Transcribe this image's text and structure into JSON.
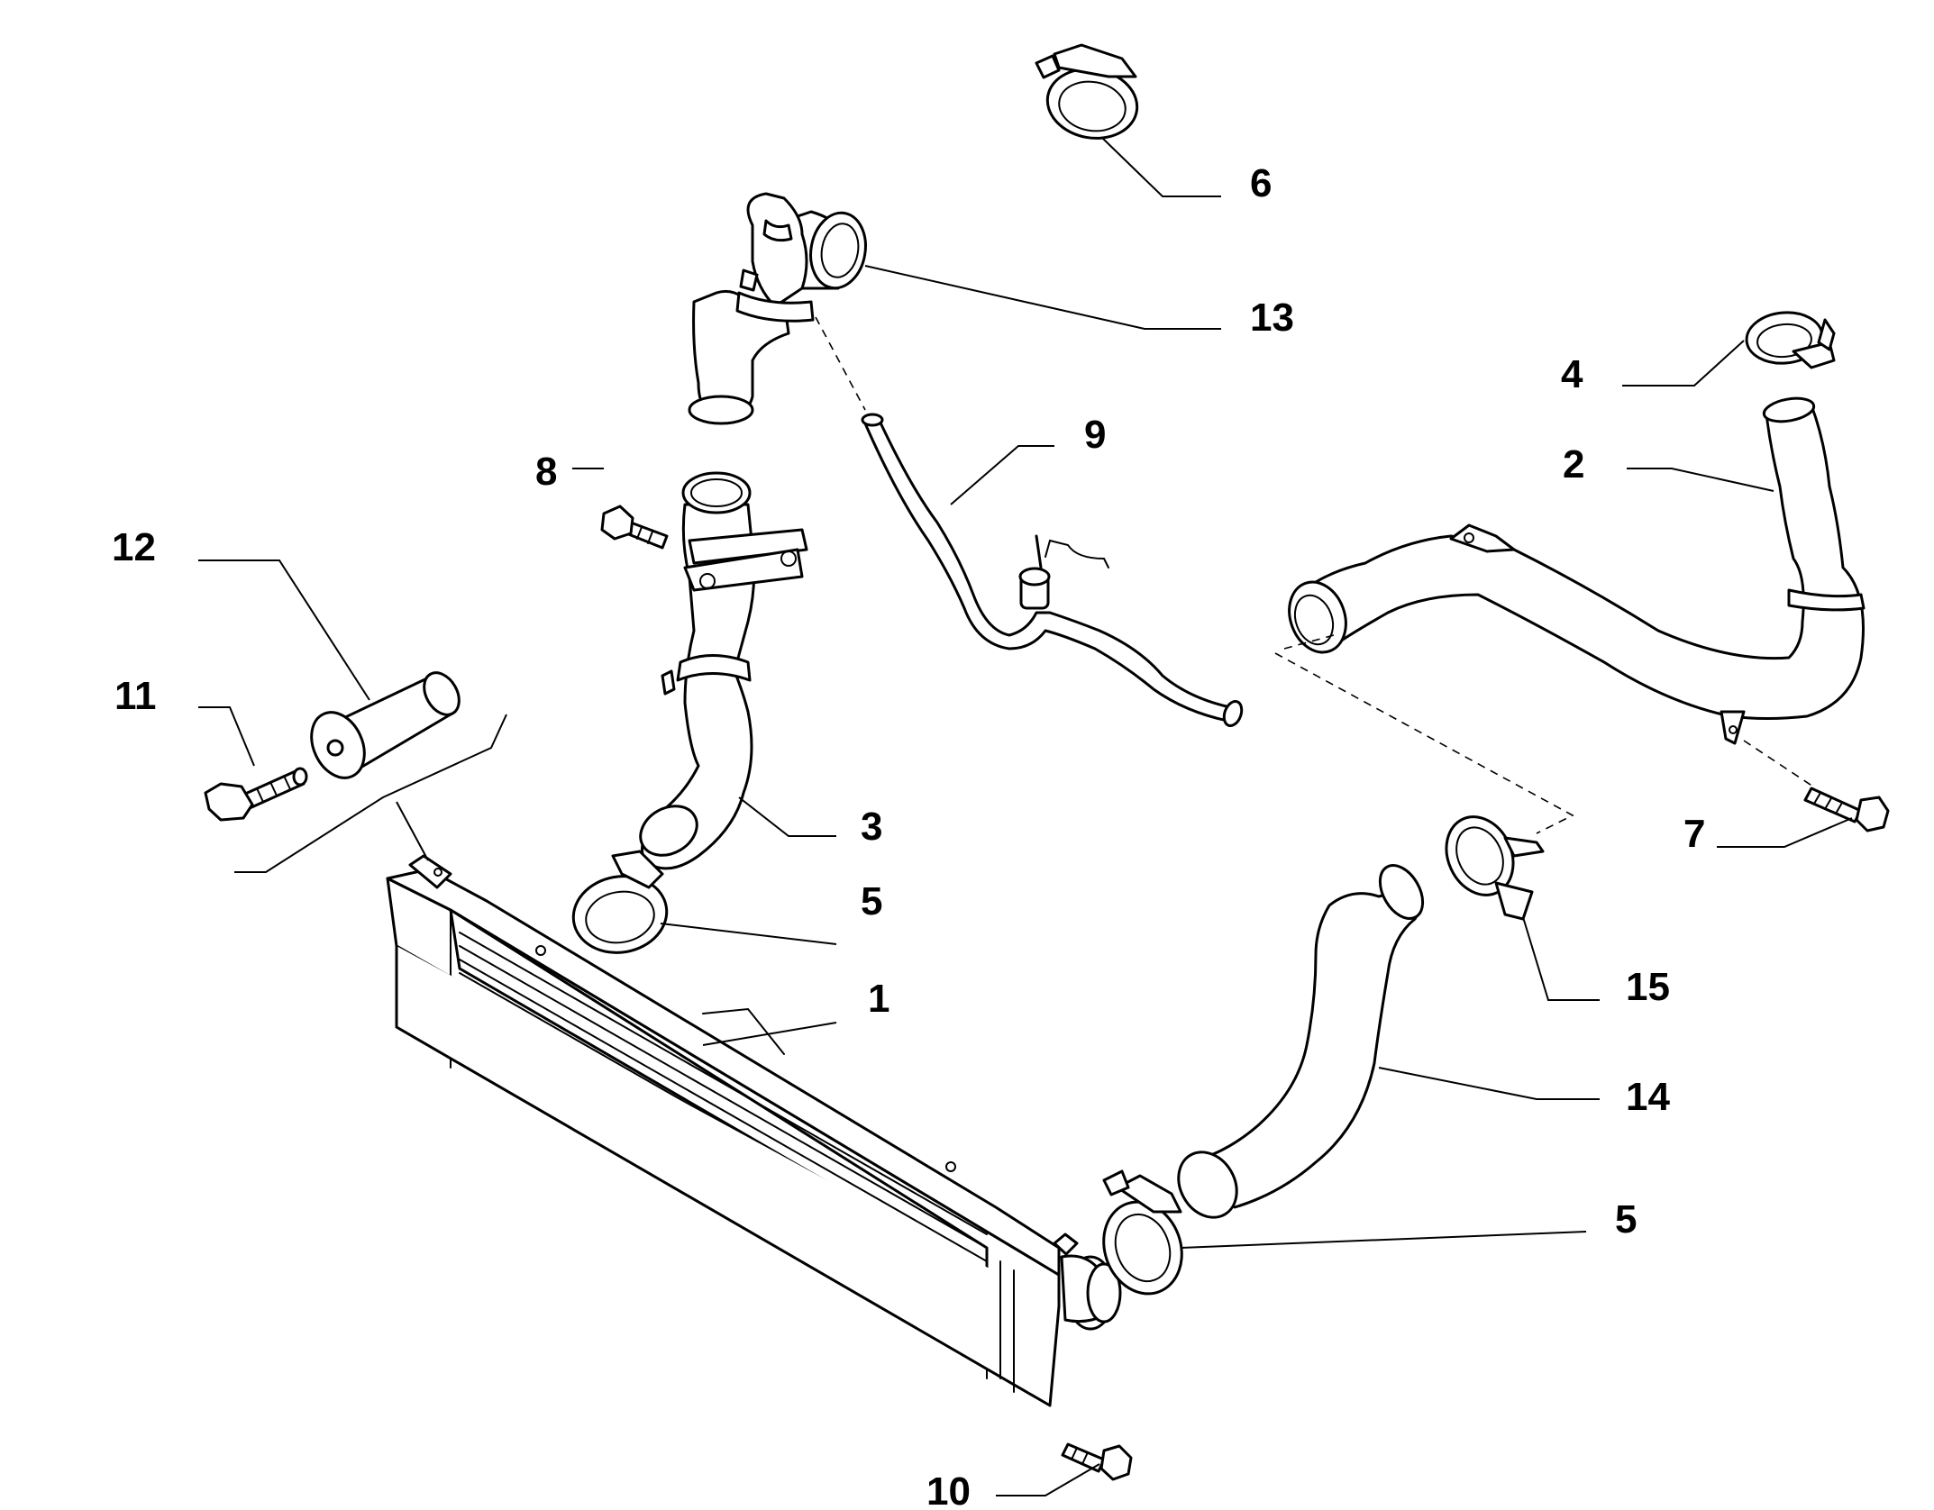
{
  "diagram": {
    "style": "exploded parts diagram, black line art on white",
    "colors": {
      "line": "#000000",
      "background": "#ffffff"
    },
    "callouts": [
      {
        "id": "c1",
        "label": "1",
        "part": "intercooler"
      },
      {
        "id": "c2",
        "label": "2",
        "part": "outlet-pipe"
      },
      {
        "id": "c3",
        "label": "3",
        "part": "inlet-hose"
      },
      {
        "id": "c4",
        "label": "4",
        "part": "hose-clamp"
      },
      {
        "id": "c5a",
        "label": "5",
        "part": "hose-clamp"
      },
      {
        "id": "c5b",
        "label": "5",
        "part": "hose-clamp"
      },
      {
        "id": "c6",
        "label": "6",
        "part": "hose-clamp"
      },
      {
        "id": "c7",
        "label": "7",
        "part": "bolt"
      },
      {
        "id": "c8",
        "label": "8",
        "part": "bolt"
      },
      {
        "id": "c9",
        "label": "9",
        "part": "breather-pipe"
      },
      {
        "id": "c10",
        "label": "10",
        "part": "bolt"
      },
      {
        "id": "c11",
        "label": "11",
        "part": "bolt"
      },
      {
        "id": "c12",
        "label": "12",
        "part": "spacer-bushing"
      },
      {
        "id": "c13",
        "label": "13",
        "part": "elbow-hose"
      },
      {
        "id": "c14",
        "label": "14",
        "part": "outlet-hose"
      },
      {
        "id": "c15",
        "label": "15",
        "part": "hose-clamp"
      }
    ]
  }
}
